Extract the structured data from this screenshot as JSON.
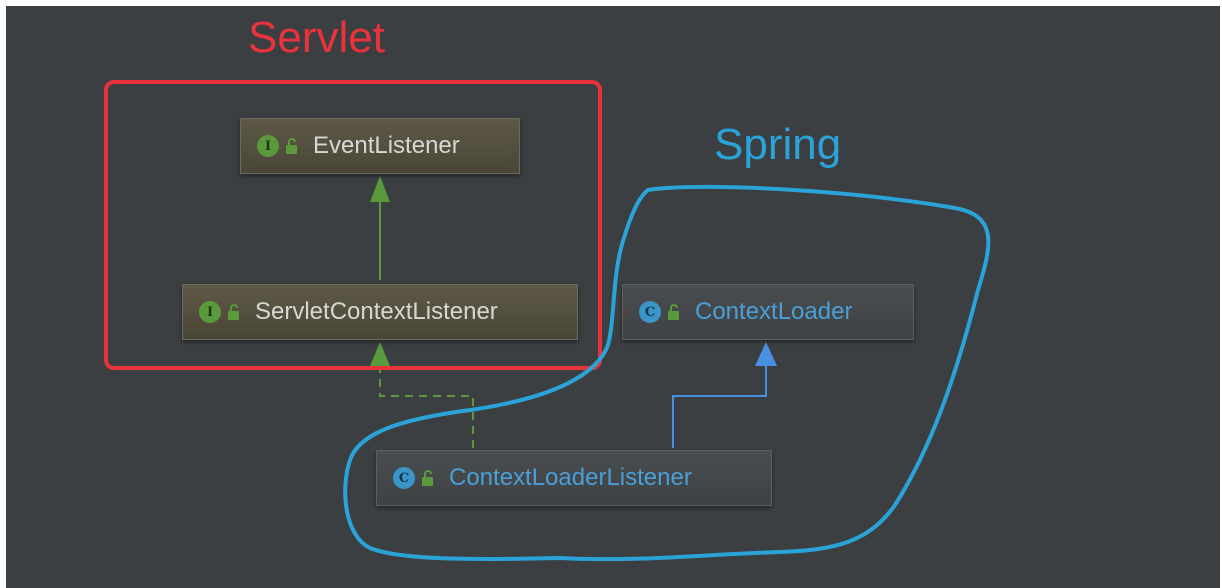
{
  "groups": {
    "servlet_label": "Servlet",
    "spring_label": "Spring"
  },
  "nodes": {
    "event_listener": {
      "kind": "I",
      "name": "EventListener"
    },
    "servlet_context_listener": {
      "kind": "I",
      "name": "ServletContextListener"
    },
    "context_loader": {
      "kind": "C",
      "name": "ContextLoader"
    },
    "context_loader_listener": {
      "kind": "C",
      "name": "ContextLoaderListener"
    }
  },
  "colors": {
    "canvas": "#3c3f41",
    "servlet_highlight": "#e8323c",
    "spring_highlight": "#2aa3d8",
    "interface_label": "#d8d8d2",
    "class_label": "#4a9fd8",
    "extends_interface_arrow": "#5b9a3c",
    "implements_arrow": "#5b9a3c",
    "extends_class_arrow": "#4a90e2"
  }
}
